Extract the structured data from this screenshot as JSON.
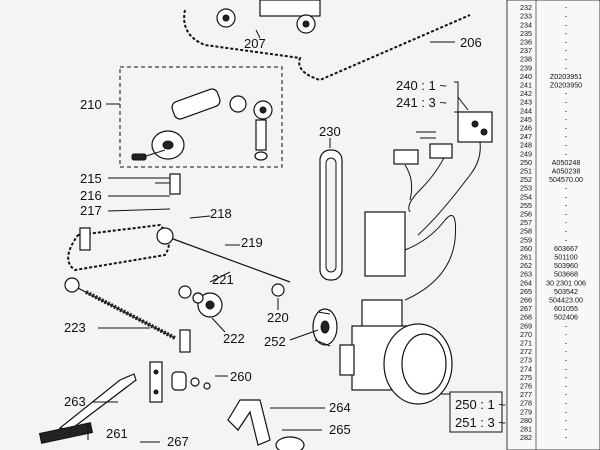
{
  "callouts": {
    "c207": "207",
    "c206": "206",
    "c210": "210",
    "c230": "230",
    "c240": "240 : 1 ~",
    "c241": "241 : 3 ~",
    "c215": "215",
    "c216": "216",
    "c217": "217",
    "c218": "218",
    "c219": "219",
    "c221": "221",
    "c220": "220",
    "c223": "223",
    "c222": "222",
    "c252": "252",
    "c260": "260",
    "c263": "263",
    "c264": "264",
    "c265": "265",
    "c261": "261",
    "c267": "267",
    "c250": "250 : 1 ~",
    "c251": "251 : 3 ~"
  },
  "parts_table": [
    {
      "pos": "232",
      "ref": "-"
    },
    {
      "pos": "233",
      "ref": "-"
    },
    {
      "pos": "234",
      "ref": "-"
    },
    {
      "pos": "235",
      "ref": "-"
    },
    {
      "pos": "236",
      "ref": "-"
    },
    {
      "pos": "237",
      "ref": "-"
    },
    {
      "pos": "238",
      "ref": "-"
    },
    {
      "pos": "239",
      "ref": "-"
    },
    {
      "pos": "240",
      "ref": "Z0203951"
    },
    {
      "pos": "241",
      "ref": "Z0203950"
    },
    {
      "pos": "242",
      "ref": "-"
    },
    {
      "pos": "243",
      "ref": "-"
    },
    {
      "pos": "244",
      "ref": "-"
    },
    {
      "pos": "245",
      "ref": "-"
    },
    {
      "pos": "246",
      "ref": "-"
    },
    {
      "pos": "247",
      "ref": "-"
    },
    {
      "pos": "248",
      "ref": "-"
    },
    {
      "pos": "249",
      "ref": "-"
    },
    {
      "pos": "250",
      "ref": "A050248"
    },
    {
      "pos": "251",
      "ref": "A050238"
    },
    {
      "pos": "252",
      "ref": "504570.00"
    },
    {
      "pos": "253",
      "ref": "-"
    },
    {
      "pos": "254",
      "ref": "-"
    },
    {
      "pos": "255",
      "ref": "-"
    },
    {
      "pos": "256",
      "ref": "-"
    },
    {
      "pos": "257",
      "ref": "-"
    },
    {
      "pos": "258",
      "ref": "-"
    },
    {
      "pos": "259",
      "ref": "-"
    },
    {
      "pos": "260",
      "ref": "603667"
    },
    {
      "pos": "261",
      "ref": "501100"
    },
    {
      "pos": "262",
      "ref": "503960"
    },
    {
      "pos": "263",
      "ref": "503668"
    },
    {
      "pos": "264",
      "ref": "30 2301 006"
    },
    {
      "pos": "265",
      "ref": "503542"
    },
    {
      "pos": "266",
      "ref": "504423.00"
    },
    {
      "pos": "267",
      "ref": "601055"
    },
    {
      "pos": "268",
      "ref": "502406"
    },
    {
      "pos": "269",
      "ref": "-"
    },
    {
      "pos": "270",
      "ref": "-"
    },
    {
      "pos": "271",
      "ref": "-"
    },
    {
      "pos": "272",
      "ref": "-"
    },
    {
      "pos": "273",
      "ref": "-"
    },
    {
      "pos": "274",
      "ref": "-"
    },
    {
      "pos": "275",
      "ref": "-"
    },
    {
      "pos": "276",
      "ref": "-"
    },
    {
      "pos": "277",
      "ref": "-"
    },
    {
      "pos": "278",
      "ref": "-"
    },
    {
      "pos": "279",
      "ref": "-"
    },
    {
      "pos": "280",
      "ref": "-"
    },
    {
      "pos": "281",
      "ref": "-"
    },
    {
      "pos": "282",
      "ref": "-"
    }
  ]
}
